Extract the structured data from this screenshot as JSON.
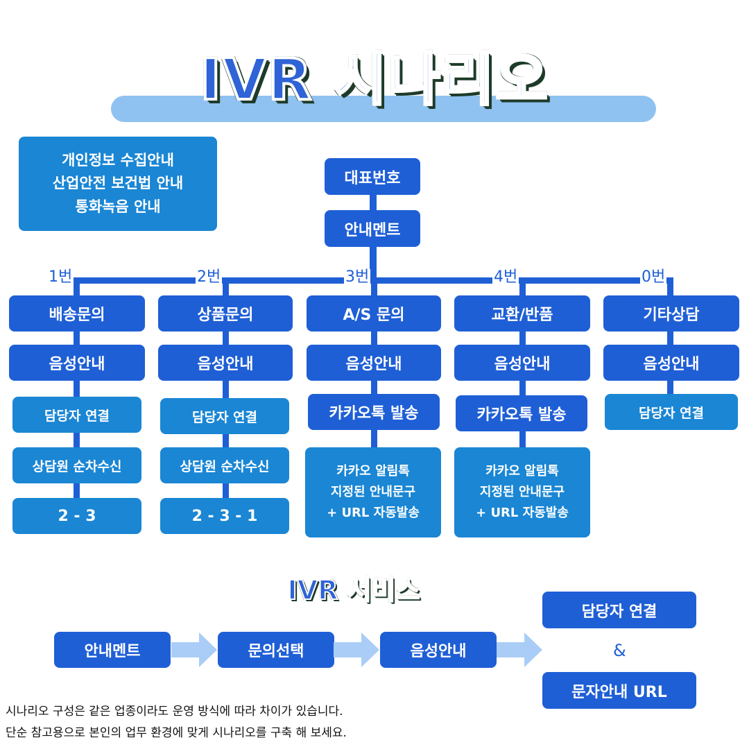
{
  "header": {
    "title": "IVR 시나리오"
  },
  "notice": {
    "lines": [
      "개인정보 수집안내",
      "산업안전 보건법 안내",
      "통화녹음 안내"
    ]
  },
  "root": {
    "main_number": "대표번호",
    "announcement": "안내멘트"
  },
  "branches": [
    {
      "number": "1번",
      "steps": [
        "배송문의",
        "음성안내",
        "담당자 연결",
        "상담원 순차수신",
        "2 - 3"
      ]
    },
    {
      "number": "2번",
      "steps": [
        "상품문의",
        "음성안내",
        "담당자 연결",
        "상담원 순차수신",
        "2 - 3 - 1"
      ]
    },
    {
      "number": "3번",
      "steps": [
        "A/S 문의",
        "음성안내",
        "카카오톡 발송"
      ],
      "detail": [
        "카카오 알림톡",
        "지정된 안내문구",
        "+ URL 자동발송"
      ]
    },
    {
      "number": "4번",
      "steps": [
        "교환/반품",
        "음성안내",
        "카카오톡 발송"
      ],
      "detail": [
        "카카오 알림톡",
        "지정된 안내문구",
        "+ URL 자동발송"
      ]
    },
    {
      "number": "0번",
      "steps": [
        "기타상담",
        "음성안내",
        "담당자 연결"
      ]
    }
  ],
  "service": {
    "title": "IVR 서비스",
    "flow": [
      "안내멘트",
      "문의선택",
      "음성안내"
    ],
    "result_top": "담당자 연결",
    "ampersand": "&",
    "result_bottom": "문자안내 URL"
  },
  "colors": {
    "primary": "#1f5fd6",
    "secondary": "#1a86d4",
    "title_bar": "#8fc2f0",
    "arrow": "#a9cdf6"
  },
  "footnote": [
    "시나리오 구성은 같은 업종이라도 운영 방식에 따라 차이가 있습니다.",
    "단순 참고용으로 본인의 업무 환경에 맞게 시나리오를 구축 해 보세요."
  ]
}
